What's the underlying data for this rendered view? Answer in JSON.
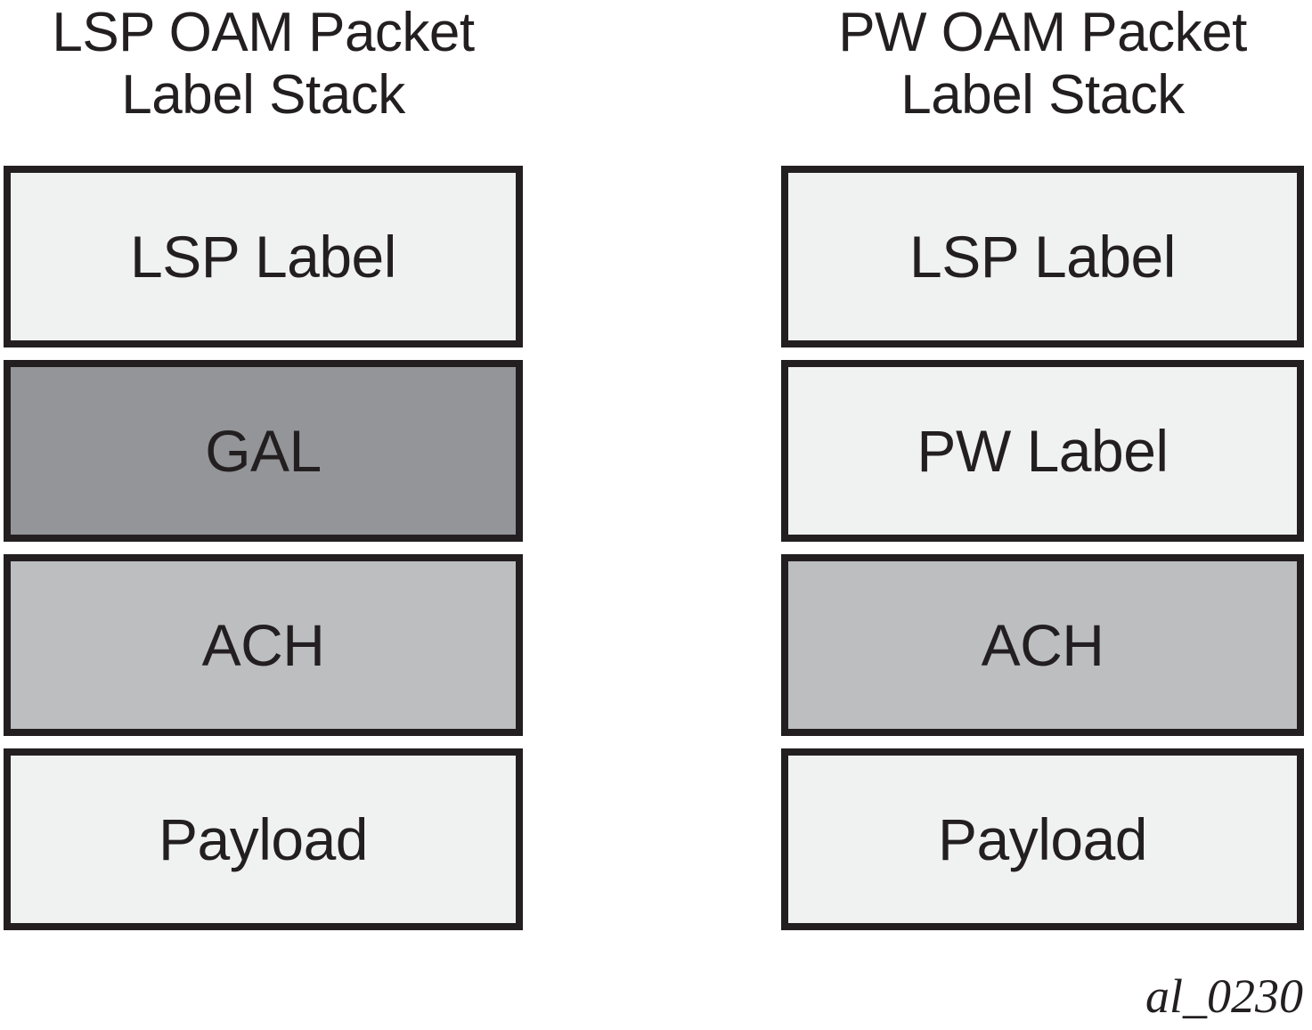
{
  "figure": {
    "caption": "al_0230",
    "background_color": "#ffffff",
    "border_color": "#231f20",
    "fill_colors": {
      "light": "#f0f1f1",
      "mid": "#bcbec0",
      "dark": "#939598"
    }
  },
  "columns": [
    {
      "id": "lsp-oam-packet-label-stack",
      "title": "LSP OAM Packet\nLabel Stack",
      "title_line1": "LSP OAM Packet",
      "title_line2": "Label Stack",
      "boxes": [
        {
          "label": "LSP Label",
          "fill": "light"
        },
        {
          "label": "GAL",
          "fill": "dark"
        },
        {
          "label": "ACH",
          "fill": "mid"
        },
        {
          "label": "Payload",
          "fill": "light"
        }
      ]
    },
    {
      "id": "pw-oam-packet-label-stack",
      "title": "PW OAM Packet\nLabel Stack",
      "title_line1": "PW OAM Packet",
      "title_line2": "Label Stack",
      "boxes": [
        {
          "label": "LSP Label",
          "fill": "light"
        },
        {
          "label": "PW Label",
          "fill": "light"
        },
        {
          "label": "ACH",
          "fill": "mid"
        },
        {
          "label": "Payload",
          "fill": "light"
        }
      ]
    }
  ]
}
